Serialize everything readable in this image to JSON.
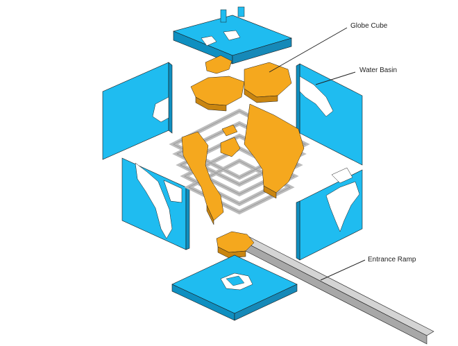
{
  "labels": {
    "globe_cube": "Globe Cube",
    "water_basin": "Water Basin",
    "entrance_ramp": "Entrance Ramp"
  },
  "colors": {
    "water": "#1fbcf0",
    "water_side": "#0f8fc0",
    "land": "#f5a81e",
    "land_side": "#c98510",
    "ramp": "#d4d4d4",
    "ramp_side": "#a8a8a8",
    "outline": "#1a1a1a"
  }
}
